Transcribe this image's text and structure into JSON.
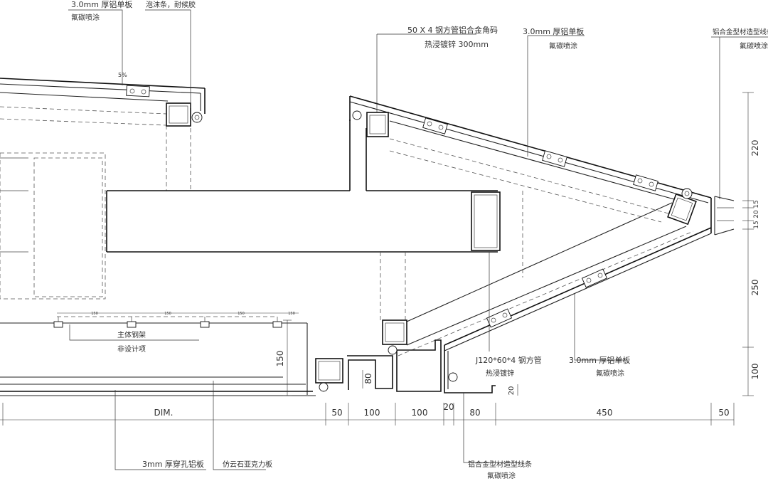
{
  "labels": {
    "top_panel_1": "3.0mm 厚铝单板",
    "top_panel_2": "氟碳喷涂",
    "foam_seal": "泡沫条，耐候胶",
    "slope": "5%",
    "corner_code_1": "50 X 4 钢方管铝合金角码",
    "corner_code_2": "热浸镀锌 300mm",
    "mid_panel_1": "3.0mm 厚铝单板",
    "mid_panel_2": "氟碳喷涂",
    "alu_profile_1": "铝合金型材造型线条",
    "alu_profile_2": "氟碳喷涂",
    "steel_frame_1": "主体钢架",
    "steel_frame_2": "非设计项",
    "tube_1": "J120*60*4 钢方管",
    "tube_2": "热浸镀锌",
    "low_panel_1": "3.0mm 厚铝单板",
    "low_panel_2": "氟碳喷涂",
    "perforated": "3mm 厚穿孔铝板",
    "acrylic": "仿云石亚克力板",
    "bottom_profile_1": "铝合金型材造型线条",
    "bottom_profile_2": "氟碳喷涂"
  },
  "dims_bottom": [
    "DIM.",
    "50",
    "100",
    "100",
    "20",
    "80",
    "450",
    "50"
  ],
  "dims_right": [
    "220",
    "15",
    "20",
    "15",
    "250",
    "100"
  ],
  "dims_local": {
    "h150": "150",
    "h80": "80",
    "h20": "20",
    "spacings": [
      "150",
      "150",
      "150",
      "150"
    ]
  }
}
